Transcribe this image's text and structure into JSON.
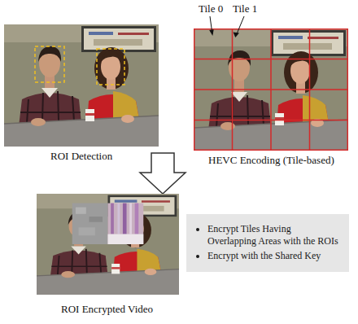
{
  "diagram": {
    "nodes": [
      {
        "text": [
          "Encrypt Tiles Having Overlapping Areas with the ROIs",
          "Encrypt with the Shared Key"
        ]
      }
    ],
    "labels": [
      "Tile 0",
      "Tile 1",
      "ROI Detection",
      "HEVC Encoding (Tile-based)",
      "ROI Encrypted Video"
    ]
  }
}
